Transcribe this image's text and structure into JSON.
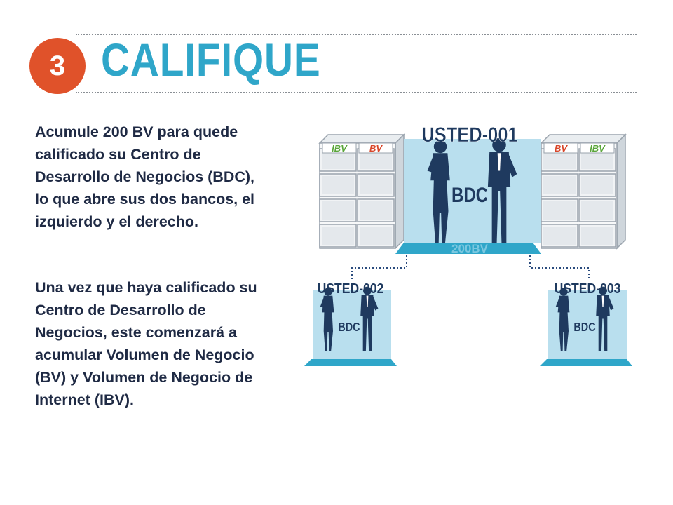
{
  "step": {
    "number": "3",
    "title": "CALIFIQUE"
  },
  "paragraphs": {
    "p1": "Acumule 200 BV para quede calificado su Centro de Desarrollo de Negocios (BDC), lo que abre sus dos bancos, el izquierdo y el derecho.",
    "p2": "Una vez que haya calificado su Centro de Desarrollo de Negocios, este comenzará a acumular Volumen de Negocio (BV) y Volumen de Negocio de Internet (IBV)."
  },
  "diagram": {
    "top_node": {
      "name": "USTED-001",
      "center_label": "BDC",
      "volume_label": "200BV",
      "left_bank_tags": [
        "IBV",
        "BV"
      ],
      "right_bank_tags": [
        "BV",
        "IBV"
      ]
    },
    "left_node": {
      "name": "USTED-002",
      "center_label": "BDC"
    },
    "right_node": {
      "name": "USTED-003",
      "center_label": "BDC"
    }
  },
  "colors": {
    "accent_orange": "#e0522a",
    "title_blue": "#2fa6c9",
    "text_dark": "#1f2a44",
    "panel_light_blue": "#b9dfee",
    "floor_blue": "#2fa6c9",
    "silhouette_navy": "#1f3a5f",
    "tag_green": "#5aa63a",
    "tag_red": "#d9472b"
  }
}
